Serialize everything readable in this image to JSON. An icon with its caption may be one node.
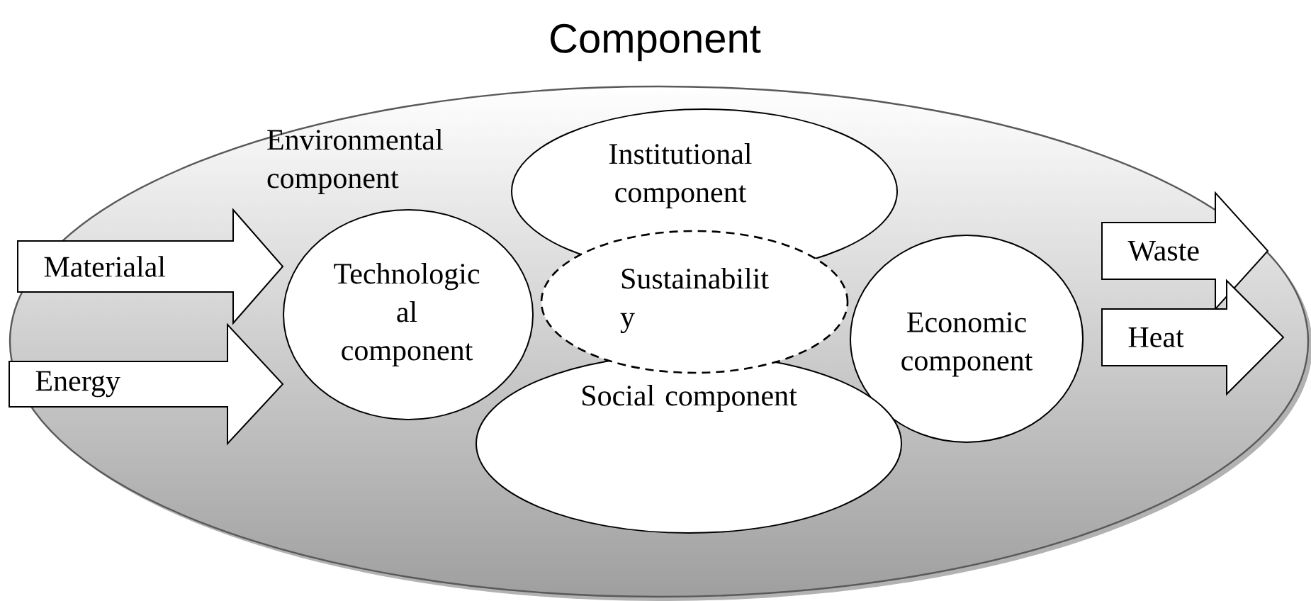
{
  "diagram": {
    "title": "Component",
    "nodes": [
      {
        "text": [
          "Environmental component"
        ]
      },
      {
        "text": [
          "Institutional component"
        ],
        "in": 0
      },
      {
        "text": [
          "Technologic al component"
        ],
        "in": 0
      },
      {
        "text": [
          "Sustainabilit y"
        ],
        "in": 0
      },
      {
        "text": [
          "Economic component"
        ],
        "in": 0
      },
      {
        "text": [
          "Social component"
        ],
        "in": 0
      }
    ],
    "edges": [
      {
        "from": null,
        "to": 2,
        "arrow": "to",
        "label": "Materialal"
      },
      {
        "from": null,
        "to": 2,
        "arrow": "to",
        "label": "Energy"
      },
      {
        "from": 4,
        "to": null,
        "arrow": "to",
        "label": "Waste"
      },
      {
        "from": 4,
        "to": null,
        "arrow": "to",
        "label": "Heat"
      }
    ]
  }
}
